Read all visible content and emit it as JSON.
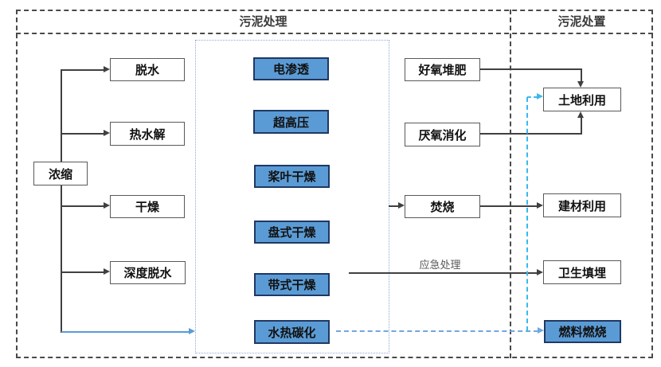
{
  "headers": {
    "treatment": "污泥处理",
    "disposal": "污泥处置"
  },
  "treatment": {
    "source": "浓缩",
    "pretreatments": [
      "脱水",
      "热水解",
      "干燥",
      "深度脱水"
    ],
    "technologies": [
      "电渗透",
      "超高压",
      "桨叶干燥",
      "盘式干燥",
      "带式干燥",
      "水热碳化"
    ],
    "processes": [
      "好氧堆肥",
      "厌氧消化",
      "焚烧"
    ]
  },
  "disposal": {
    "destinations": [
      "土地利用",
      "建材利用",
      "卫生填埋",
      "燃料燃烧"
    ]
  },
  "labels": {
    "emergency_route": "应急处理"
  },
  "colors": {
    "technology_fill": "#5B9BD5",
    "technology_border": "#1F3864",
    "connector_line": "#404040",
    "blue_solid_arrow": "#5B9BD5",
    "dashed_blue_route": "#6FA8DC",
    "dashed_cyan_route": "#3BB8EE",
    "tech_group_border": "#8FAADC"
  }
}
